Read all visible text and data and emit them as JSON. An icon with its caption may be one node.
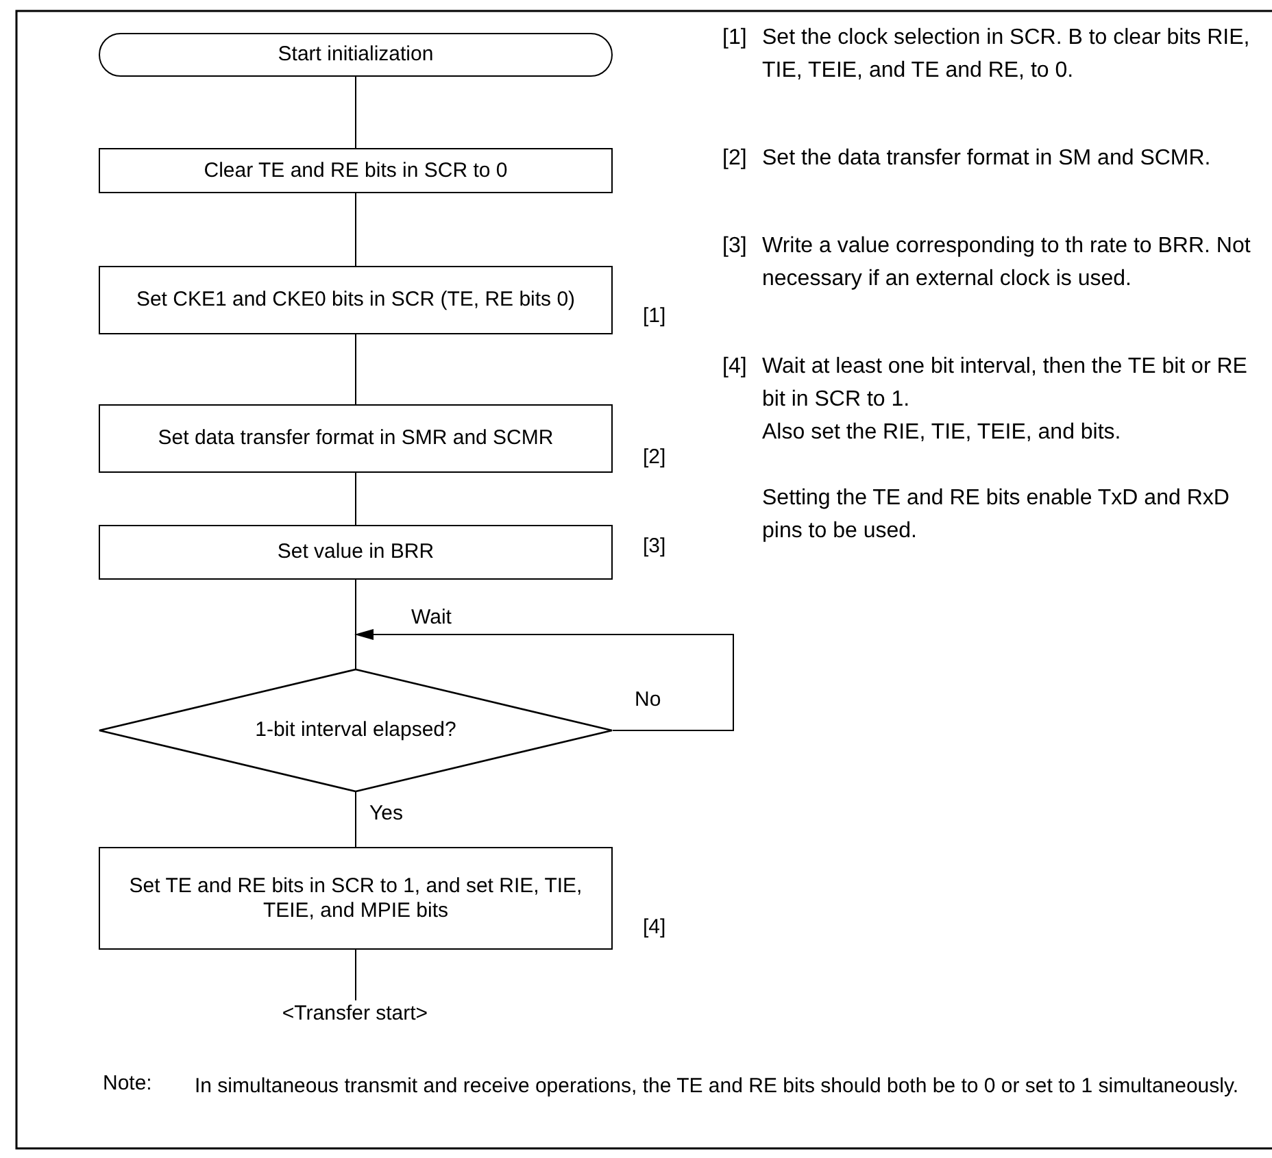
{
  "diagram": {
    "nodes": [
      {
        "text": [
          "Start initialization"
        ]
      },
      {
        "text": [
          "Clear TE and RE bits in SCR to 0"
        ]
      },
      {
        "text": [
          "Set CKE1 and CKE0 bits in SCR (TE, RE bits 0)"
        ],
        "beside": [
          "[1]"
        ]
      },
      {
        "text": [
          "Set data transfer format in SMR and SCMR"
        ],
        "beside": [
          "[2]"
        ]
      },
      {
        "text": [
          "Set value in BRR"
        ],
        "beside": [
          "[3]"
        ]
      },
      {
        "text": [
          "1-bit interval elapsed?"
        ]
      },
      {
        "text": [
          "Set TE and RE bits in SCR to 1, and set RIE, TIE, TEIE, and MPIE bits"
        ],
        "beside": [
          "[4]"
        ]
      },
      {
        "text": [
          "<Transfer start>"
        ]
      }
    ],
    "edges": [
      {
        "from": 0,
        "to": 1,
        "arrow": "none"
      },
      {
        "from": 1,
        "to": 2,
        "arrow": "none"
      },
      {
        "from": 2,
        "to": 3,
        "arrow": "none"
      },
      {
        "from": 3,
        "to": 4,
        "arrow": "none"
      },
      {
        "from": 4,
        "to": 5,
        "arrow": "none"
      },
      {
        "from": 5,
        "to": 5,
        "arrow": "to",
        "label": "No"
      },
      {
        "from": 5,
        "to": 6,
        "arrow": "none",
        "label": "Yes"
      },
      {
        "from": 6,
        "to": 7,
        "arrow": "none"
      }
    ],
    "labels": [
      "Wait",
      "[1]",
      "Set the clock selection in SCR. B to clear bits RIE, TIE, TEIE, and TE and RE, to 0.",
      "[2]",
      "Set the data transfer format in SM and SCMR.",
      "[3]",
      "Write a value corresponding to th rate to BRR. Not necessary if an external clock is used.",
      "[4]",
      "Wait at least one bit interval, then the TE bit or RE bit in SCR to 1.",
      "Also set the RIE, TIE, TEIE, and bits.",
      "Setting the TE and RE bits enable TxD and RxD pins to be used.",
      "Note:",
      "In simultaneous transmit and receive operations, the TE and RE bits should both be to 0 or set to 1 simultaneously."
    ]
  }
}
